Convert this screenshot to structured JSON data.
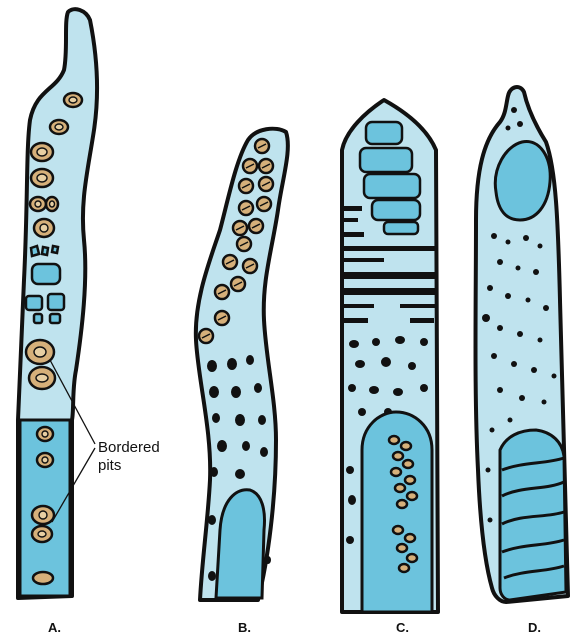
{
  "callout": {
    "line1": "Bordered",
    "line2": "pits"
  },
  "panels": [
    {
      "label": "A."
    },
    {
      "label": "B."
    },
    {
      "label": "C."
    },
    {
      "label": "D."
    }
  ],
  "colors": {
    "cell_fill": "#bfe3ee",
    "inner_fill": "#6cc3dd",
    "pit_fill": "#d6b07a",
    "outline": "#111111"
  }
}
